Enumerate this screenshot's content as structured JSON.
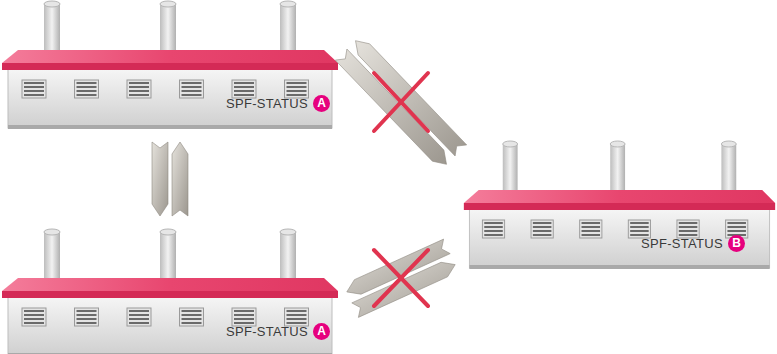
{
  "diagram": {
    "nodes": [
      {
        "text": [
          "SPF-STATUS",
          "A"
        ]
      },
      {
        "text": [
          "SPF-STATUS",
          "B"
        ]
      },
      {
        "text": [
          "SPF-STATUS",
          "A"
        ]
      }
    ],
    "edges": [
      {
        "from": 0,
        "to": 2,
        "arrow": "both"
      },
      {
        "from": 0,
        "to": 1,
        "arrow": "both"
      },
      {
        "from": 2,
        "to": 1,
        "arrow": "both"
      }
    ]
  }
}
